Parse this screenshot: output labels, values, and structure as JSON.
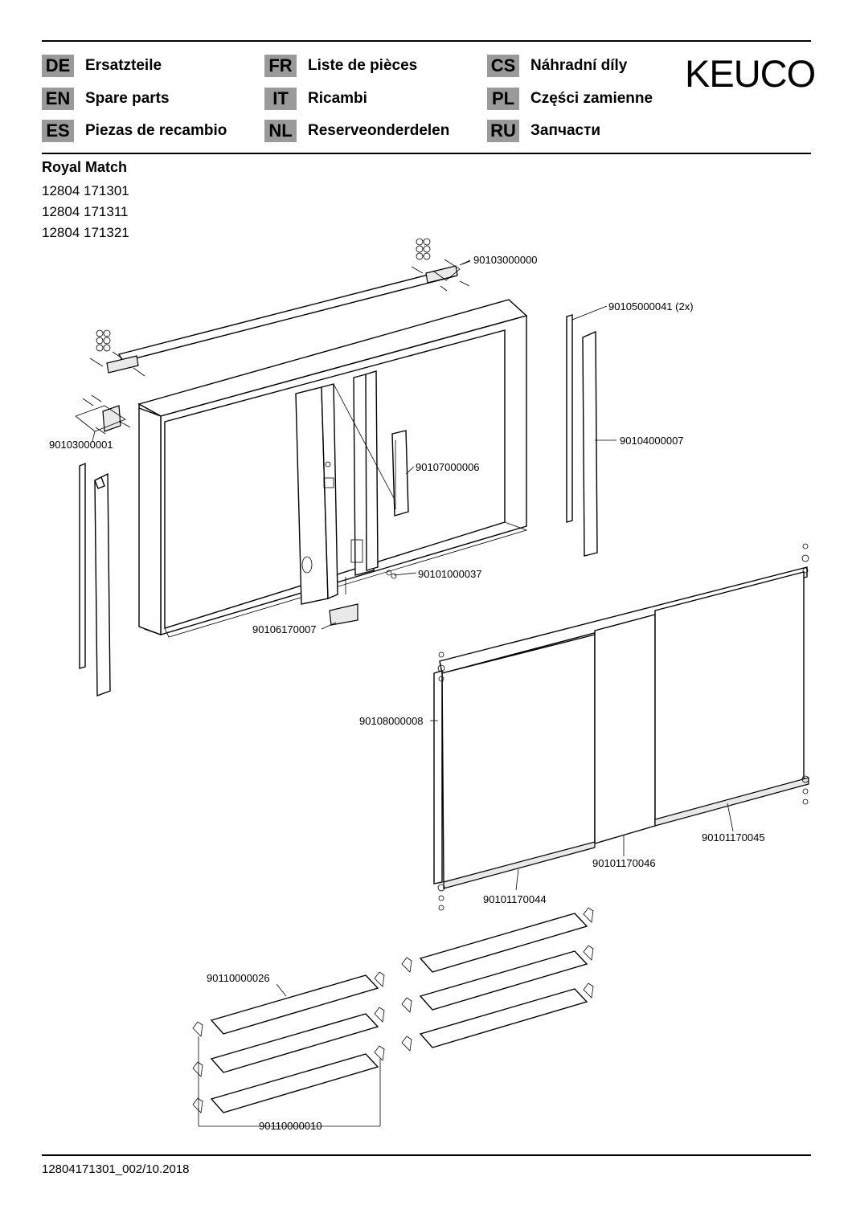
{
  "header": {
    "languages": [
      {
        "code": "DE",
        "label": "Ersatzteile"
      },
      {
        "code": "EN",
        "label": "Spare parts"
      },
      {
        "code": "ES",
        "label": "Piezas de recambio"
      },
      {
        "code": "FR",
        "label": "Liste de pièces"
      },
      {
        "code": "IT",
        "label": "Ricambi"
      },
      {
        "code": "NL",
        "label": "Reserveonderdelen"
      },
      {
        "code": "CS",
        "label": "Náhradní díly"
      },
      {
        "code": "PL",
        "label": "Części zamienne"
      },
      {
        "code": "RU",
        "label": "Запчасти"
      }
    ],
    "brand": "KEUCO"
  },
  "product": {
    "name": "Royal Match",
    "models": [
      "12804 171301",
      "12804 171311",
      "12804 171321"
    ]
  },
  "parts": [
    "90103000000",
    "90105000041 (2x)",
    "90103000001",
    "90104000007",
    "90107000006",
    "90101000037",
    "90106170007",
    "90108000008",
    "90101170045",
    "90101170046",
    "90101170044",
    "90110000026",
    "90110000010"
  ],
  "footer": {
    "document_id": "12804171301_002/10.2018"
  }
}
